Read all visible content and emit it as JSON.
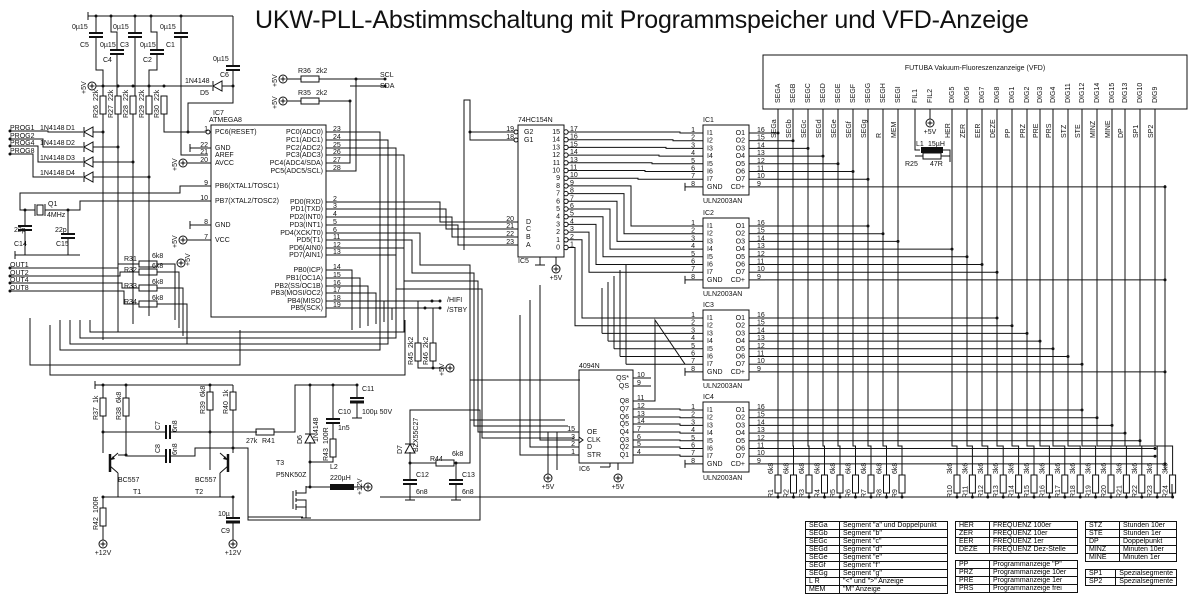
{
  "title": "UKW-PLL-Abstimmschaltung mit Programmspeicher und VFD-Anzeige",
  "vfd": {
    "title": "FUTUBA Vakuum-Fluoreszenzanzeige (VFD)",
    "pins": [
      "SEGA",
      "SEGB",
      "SEGC",
      "SEGD",
      "SEGE",
      "SEGF",
      "SEGG",
      "SEGH",
      "SEGI",
      "FIL1",
      "FIL2",
      "DIG5",
      "DIG6",
      "DIG7",
      "DIG8",
      "DIG1",
      "DIG2",
      "DIG3",
      "DIG4",
      "DIG11",
      "DIG12",
      "DIG14",
      "DIG15",
      "DIG13",
      "DIG10",
      "DIG9"
    ],
    "nets": [
      "SEGa",
      "SEGb",
      "SEGc",
      "SEGd",
      "SEGe",
      "SEGf",
      "SEGg",
      "R",
      "MEM",
      "HER",
      "ZER",
      "EER",
      "DEZE",
      "PP",
      "PRZ",
      "PRE",
      "PRS",
      "STZ",
      "STE",
      "MINZ",
      "MINE",
      "DP",
      "SP1",
      "SP2"
    ],
    "fil_supply": "+5V",
    "l1": "L1",
    "l1_value": "15µH",
    "r25": "R25",
    "r25_value": "47R"
  },
  "mcu": {
    "ref": "IC7",
    "part": "ATMEGA8",
    "left": [
      {
        "num": "1",
        "name": "PC6(RESET)"
      },
      {
        "num": "22",
        "name": "GND"
      },
      {
        "num": "21",
        "name": "AREF"
      },
      {
        "num": "20",
        "name": "AVCC"
      },
      {
        "num": "9",
        "name": "PB6(XTAL1/TOSC1)"
      },
      {
        "num": "10",
        "name": "PB7(XTAL2/TOSC2)"
      },
      {
        "num": "8",
        "name": "GND"
      },
      {
        "num": "7",
        "name": "VCC"
      }
    ],
    "right": [
      {
        "num": "23",
        "name": "PC0(ADC0)"
      },
      {
        "num": "24",
        "name": "PC1(ADC1)"
      },
      {
        "num": "25",
        "name": "PC2(ADC2)"
      },
      {
        "num": "26",
        "name": "PC3(ADC3)"
      },
      {
        "num": "27",
        "name": "PC4(ADC4/SDA)"
      },
      {
        "num": "28",
        "name": "PC5(ADC5/SCL)"
      },
      {
        "num": "2",
        "name": "PD0(RXD)"
      },
      {
        "num": "3",
        "name": "PD1(TXD)"
      },
      {
        "num": "4",
        "name": "PD2(INT0)"
      },
      {
        "num": "5",
        "name": "PD3(INT1)"
      },
      {
        "num": "6",
        "name": "PD4(XCK/T0)"
      },
      {
        "num": "11",
        "name": "PD5(T1)"
      },
      {
        "num": "12",
        "name": "PD6(AIN0)"
      },
      {
        "num": "13",
        "name": "PD7(AIN1)"
      },
      {
        "num": "14",
        "name": "PB0(ICP)"
      },
      {
        "num": "15",
        "name": "PB1(OC1A)"
      },
      {
        "num": "16",
        "name": "PB2(SS/OC1B)"
      },
      {
        "num": "17",
        "name": "PB3(MOSI/OC2)"
      },
      {
        "num": "18",
        "name": "PB4(MISO)"
      },
      {
        "num": "19",
        "name": "PB5(SCK)"
      }
    ]
  },
  "decoder": {
    "ref": "IC5",
    "part": "74HC154N",
    "supply": "+5V",
    "enables": [
      {
        "num": "19",
        "name": "G2"
      },
      {
        "num": "18",
        "name": "G1"
      }
    ],
    "inputs": [
      {
        "num": "20",
        "name": "D"
      },
      {
        "num": "21",
        "name": "C"
      },
      {
        "num": "22",
        "name": "B"
      },
      {
        "num": "23",
        "name": "A"
      }
    ],
    "outputs": [
      {
        "num": "17",
        "name": "15"
      },
      {
        "num": "16",
        "name": "14"
      },
      {
        "num": "15",
        "name": "13"
      },
      {
        "num": "14",
        "name": "12"
      },
      {
        "num": "13",
        "name": "11"
      },
      {
        "num": "11",
        "name": "10"
      },
      {
        "num": "10",
        "name": "9"
      },
      {
        "num": "9",
        "name": "8"
      },
      {
        "num": "8",
        "name": "7"
      },
      {
        "num": "7",
        "name": "6"
      },
      {
        "num": "6",
        "name": "5"
      },
      {
        "num": "5",
        "name": "4"
      },
      {
        "num": "4",
        "name": "3"
      },
      {
        "num": "3",
        "name": "2"
      },
      {
        "num": "2",
        "name": "1"
      },
      {
        "num": "1",
        "name": "0"
      }
    ]
  },
  "drivers": {
    "part": "ULN2003AN",
    "refs": [
      "IC1",
      "IC2",
      "IC3",
      "IC4"
    ],
    "left": [
      {
        "num": "1",
        "name": "I1"
      },
      {
        "num": "2",
        "name": "I2"
      },
      {
        "num": "3",
        "name": "I3"
      },
      {
        "num": "4",
        "name": "I4"
      },
      {
        "num": "5",
        "name": "I5"
      },
      {
        "num": "6",
        "name": "I6"
      },
      {
        "num": "7",
        "name": "I7"
      },
      {
        "num": "8",
        "name": "GND"
      }
    ],
    "right": [
      {
        "num": "16",
        "name": "O1"
      },
      {
        "num": "15",
        "name": "O2"
      },
      {
        "num": "14",
        "name": "O3"
      },
      {
        "num": "13",
        "name": "O4"
      },
      {
        "num": "12",
        "name": "O5"
      },
      {
        "num": "11",
        "name": "O6"
      },
      {
        "num": "10",
        "name": "O7"
      },
      {
        "num": "9",
        "name": "CD+"
      }
    ]
  },
  "shift": {
    "ref": "IC6",
    "part": "4094N",
    "supply": "+5V",
    "oe_supply": "+5V",
    "right": [
      {
        "num": "10",
        "name": "QS*"
      },
      {
        "num": "9",
        "name": "QS"
      },
      {
        "num": "11",
        "name": "Q8"
      },
      {
        "num": "12",
        "name": "Q7"
      },
      {
        "num": "13",
        "name": "Q6"
      },
      {
        "num": "14",
        "name": "Q5"
      },
      {
        "num": "7",
        "name": "Q4"
      },
      {
        "num": "6",
        "name": "Q3"
      },
      {
        "num": "5",
        "name": "Q2"
      },
      {
        "num": "4",
        "name": "Q1"
      }
    ],
    "left": [
      {
        "num": "15",
        "name": "OE"
      },
      {
        "num": "3",
        "name": "CLK"
      },
      {
        "num": "2",
        "name": "D"
      },
      {
        "num": "1",
        "name": "STR"
      }
    ]
  },
  "segment_resistors": [
    {
      "ref": "R1",
      "value": "6k8"
    },
    {
      "ref": "R2",
      "value": "6k8"
    },
    {
      "ref": "R3",
      "value": "6k8"
    },
    {
      "ref": "R4",
      "value": "6k8"
    },
    {
      "ref": "R5",
      "value": "6k8"
    },
    {
      "ref": "R6",
      "value": "6k8"
    },
    {
      "ref": "R7",
      "value": "6k8"
    },
    {
      "ref": "R8",
      "value": "6k8"
    },
    {
      "ref": "R9",
      "value": "6k8"
    },
    {
      "ref": "R10",
      "value": "3k6"
    },
    {
      "ref": "R11",
      "value": "3k6"
    },
    {
      "ref": "R12",
      "value": "3k6"
    },
    {
      "ref": "R13",
      "value": "3k6"
    },
    {
      "ref": "R14",
      "value": "3k6"
    },
    {
      "ref": "R15",
      "value": "3k6"
    },
    {
      "ref": "R16",
      "value": "3k6"
    },
    {
      "ref": "R17",
      "value": "3k6"
    },
    {
      "ref": "R18",
      "value": "3k6"
    },
    {
      "ref": "R19",
      "value": "3k6"
    },
    {
      "ref": "R20",
      "value": "3k6"
    },
    {
      "ref": "R21",
      "value": "3k6"
    },
    {
      "ref": "R22",
      "value": "3k6"
    },
    {
      "ref": "R23",
      "value": "3k6"
    },
    {
      "ref": "R24",
      "value": "3k6"
    }
  ],
  "parts": [
    {
      "ref": "C5",
      "value": "0µ15"
    },
    {
      "ref": "C3",
      "value": "0µ15"
    },
    {
      "ref": "C1",
      "value": "0µ15"
    },
    {
      "ref": "C4",
      "value": "0µ15"
    },
    {
      "ref": "C2",
      "value": "0µ15"
    },
    {
      "ref": "C6",
      "value": "0µ15"
    },
    {
      "ref": "D5",
      "value": "1N4148"
    },
    {
      "ref": "D1",
      "value": "1N4148"
    },
    {
      "ref": "D2",
      "value": "1N4148"
    },
    {
      "ref": "D3",
      "value": "1N4148"
    },
    {
      "ref": "D4",
      "value": "1N4148"
    },
    {
      "ref": "R26",
      "value": "22k"
    },
    {
      "ref": "R27",
      "value": "22k"
    },
    {
      "ref": "R28",
      "value": "22k"
    },
    {
      "ref": "R29",
      "value": "22k"
    },
    {
      "ref": "R30",
      "value": "22k"
    },
    {
      "ref": "Q1",
      "value": "4MHz"
    },
    {
      "ref": "C14",
      "value": "22p"
    },
    {
      "ref": "C15",
      "value": "22p"
    },
    {
      "ref": "R31",
      "value": "6k8"
    },
    {
      "ref": "R32",
      "value": "6k8"
    },
    {
      "ref": "R33",
      "value": "6k8"
    },
    {
      "ref": "R34",
      "value": "6k8"
    },
    {
      "ref": "R36",
      "value": "2k2"
    },
    {
      "ref": "R35",
      "value": "2k2"
    },
    {
      "ref": "R45",
      "value": "2k2"
    },
    {
      "ref": "R46",
      "value": "2k2"
    },
    {
      "ref": "R37",
      "value": "1k"
    },
    {
      "ref": "R38",
      "value": "6k8"
    },
    {
      "ref": "R39",
      "value": "6k8"
    },
    {
      "ref": "R40",
      "value": "1k"
    },
    {
      "ref": "C7",
      "value": "6n8"
    },
    {
      "ref": "C8",
      "value": "6n8"
    },
    {
      "ref": "R41",
      "value": "27k"
    },
    {
      "ref": "R42",
      "value": "100R"
    },
    {
      "ref": "C9",
      "value": "10µ"
    },
    {
      "ref": "T1",
      "value": "BC557"
    },
    {
      "ref": "T2",
      "value": "BC557"
    },
    {
      "ref": "T3",
      "value": "P5NK50Z"
    },
    {
      "ref": "D6",
      "value": "1N4148"
    },
    {
      "ref": "R43",
      "value": "100R"
    },
    {
      "ref": "C10",
      "value": "1n5"
    },
    {
      "ref": "C11",
      "value": "100µ 50V"
    },
    {
      "ref": "L2",
      "value": "220µH"
    },
    {
      "ref": "D7",
      "value": "BZX55C27"
    },
    {
      "ref": "R44",
      "value": "6k8"
    },
    {
      "ref": "C12",
      "value": "6n8"
    },
    {
      "ref": "C13",
      "value": "6n8"
    }
  ],
  "nets": {
    "scl": "SCL",
    "sda": "SDA",
    "hifi": "/HIFI",
    "stby": "/STBY",
    "prog": [
      "PROG1",
      "PROG2",
      "PROG4",
      "PROG8"
    ],
    "out": [
      "OUT1",
      "OUT2",
      "OUT4",
      "OUT8"
    ],
    "plus5": "+5V",
    "plus12": "+12V"
  },
  "legend": [
    [
      {
        "code": "SEGa",
        "desc": "Segment \"a\" und Doppelpunkt"
      },
      {
        "code": "SEGb",
        "desc": "Segment \"b\""
      },
      {
        "code": "SEGc",
        "desc": "Segment \"c\""
      },
      {
        "code": "SEGd",
        "desc": "Segment \"d\""
      },
      {
        "code": "SEGe",
        "desc": "Segment \"e\""
      },
      {
        "code": "SEGf",
        "desc": "Segment \"f\""
      },
      {
        "code": "SEGg",
        "desc": "Segment \"g\""
      },
      {
        "code": "L R",
        "desc": "\"<\" und \">\" Anzeige"
      },
      {
        "code": "MEM",
        "desc": "\"M\" Anzeige"
      }
    ],
    [
      {
        "code": "HER",
        "desc": "FREQUENZ 100er"
      },
      {
        "code": "ZER",
        "desc": "FREQUENZ 10er"
      },
      {
        "code": "EER",
        "desc": "FREQUENZ 1er"
      },
      {
        "code": "DEZE",
        "desc": "FREQUENZ Dez-Stelle"
      }
    ],
    [
      {
        "code": "PP",
        "desc": "Programmanzeige \"P\""
      },
      {
        "code": "PRZ",
        "desc": "Programmanzeige 10er"
      },
      {
        "code": "PRE",
        "desc": "Programmanzeige 1er"
      },
      {
        "code": "PRS",
        "desc": "Programmanzeige frei"
      }
    ],
    [
      {
        "code": "STZ",
        "desc": "Stunden 10er"
      },
      {
        "code": "STE",
        "desc": "Stunden 1er"
      },
      {
        "code": "DP",
        "desc": "Doppelpunkt"
      },
      {
        "code": "MINZ",
        "desc": "Minuten 10er"
      },
      {
        "code": "MINE",
        "desc": "Minuten 1er"
      }
    ],
    [
      {
        "code": "SP1",
        "desc": "Spezialsegmente"
      },
      {
        "code": "SP2",
        "desc": "Spezialsegmente"
      }
    ]
  ]
}
